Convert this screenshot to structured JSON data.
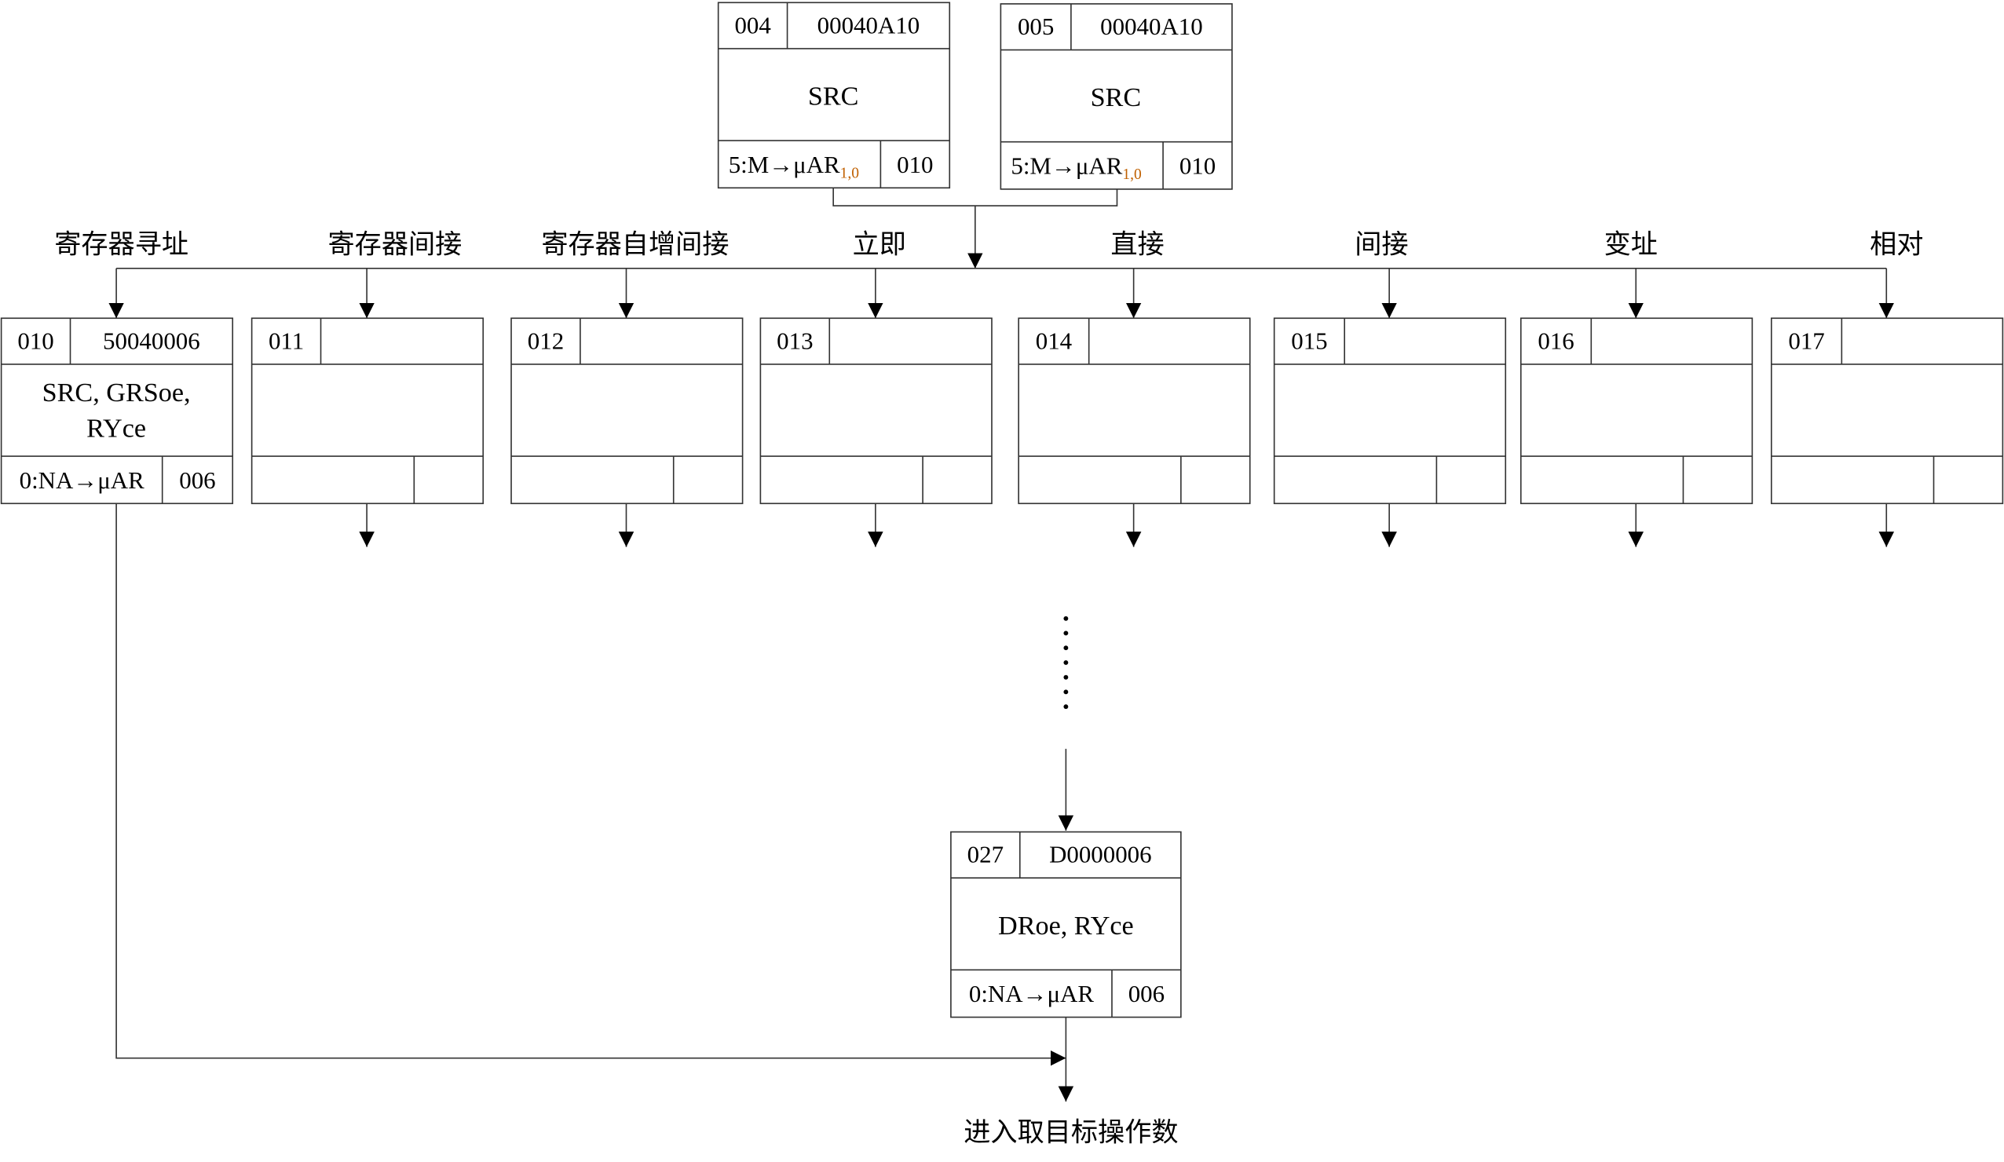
{
  "top_boxes": [
    {
      "addr": "004",
      "code": "00040A10",
      "ops": "SRC",
      "branch": "5:M→μAR",
      "branch_sub": "1,0",
      "next": "010"
    },
    {
      "addr": "005",
      "code": "00040A10",
      "ops": "SRC",
      "branch": "5:M→μAR",
      "branch_sub": "1,0",
      "next": "010"
    }
  ],
  "modes": [
    {
      "label": "寄存器寻址",
      "addr": "010",
      "code": "50040006",
      "ops1": "SRC, GRSoe,",
      "ops2": "RYce",
      "branch": "0:NA→μAR",
      "next": "006"
    },
    {
      "label": "寄存器间接",
      "addr": "011",
      "code": "",
      "ops1": "",
      "ops2": "",
      "branch": "",
      "next": ""
    },
    {
      "label": "寄存器自增间接",
      "addr": "012",
      "code": "",
      "ops1": "",
      "ops2": "",
      "branch": "",
      "next": ""
    },
    {
      "label": "立即",
      "addr": "013",
      "code": "",
      "ops1": "",
      "ops2": "",
      "branch": "",
      "next": ""
    },
    {
      "label": "直接",
      "addr": "014",
      "code": "",
      "ops1": "",
      "ops2": "",
      "branch": "",
      "next": ""
    },
    {
      "label": "间接",
      "addr": "015",
      "code": "",
      "ops1": "",
      "ops2": "",
      "branch": "",
      "next": ""
    },
    {
      "label": "变址",
      "addr": "016",
      "code": "",
      "ops1": "",
      "ops2": "",
      "branch": "",
      "next": ""
    },
    {
      "label": "相对",
      "addr": "017",
      "code": "",
      "ops1": "",
      "ops2": "",
      "branch": "",
      "next": ""
    }
  ],
  "bottom_box": {
    "addr": "027",
    "code": "D0000006",
    "ops": "DRoe, RYce",
    "branch": "0:NA→μAR",
    "next": "006"
  },
  "exit_label": "进入取目标操作数"
}
